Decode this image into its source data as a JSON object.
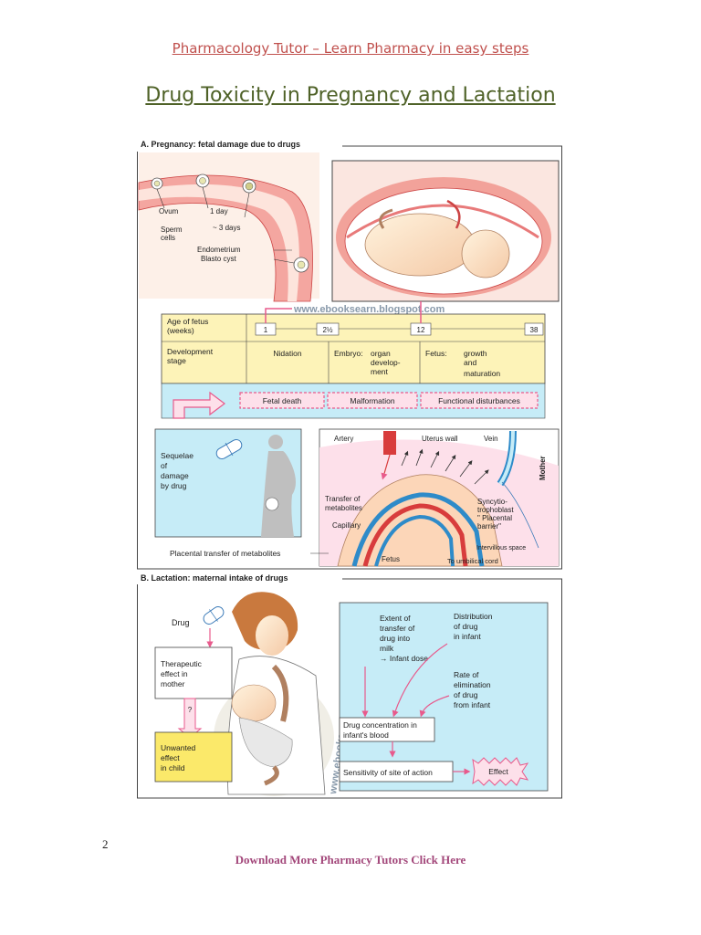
{
  "header": {
    "link_text": "Pharmacology Tutor – Learn Pharmacy in easy steps"
  },
  "title": "Drug Toxicity in Pregnancy and Lactation",
  "figure": {
    "watermark_1": "www.ebooksearn.blogspot.com",
    "watermark_2": "www.ebooksearn.blogspot.com",
    "sectionA": {
      "heading": "A. Pregnancy: fetal damage due to drugs",
      "uterus_labels": {
        "ovum": "Ovum",
        "sperm": "Sperm",
        "cells": "cells",
        "day1": "1 day",
        "days3": "~ 3 days",
        "endometrium": "Endometrium",
        "blastocyst": "Blasto cyst"
      },
      "timeline": {
        "age_label_1": "Age of fetus",
        "age_label_2": "(weeks)",
        "ticks": [
          "1",
          "2½",
          "12",
          "38"
        ],
        "dev_label_1": "Development",
        "dev_label_2": "stage",
        "stage_nidation": "Nidation",
        "stage_embryo_1": "Embryo:",
        "stage_embryo_2": "organ",
        "stage_embryo_3": "develop-",
        "stage_embryo_4": "ment",
        "stage_fetus_1": "Fetus:",
        "stage_fetus_2": "growth",
        "stage_fetus_3": "and",
        "stage_fetus_4": "maturation",
        "effects": [
          "Fetal death",
          "Malformation",
          "Functional disturbances"
        ]
      },
      "sequelae": [
        "Sequelae",
        "of",
        "damage",
        "by drug"
      ],
      "placenta": {
        "artery": "Artery",
        "uterus_wall": "Uterus wall",
        "vein": "Vein",
        "mother": "Mother",
        "transfer_1": "Transfer of",
        "transfer_2": "metabolites",
        "capillary": "Capillary",
        "syncytio_1": "Syncytio-",
        "syncytio_2": "trophoblast",
        "syncytio_3": "\" Placental",
        "syncytio_4": "barrier\"",
        "intervillous": "Intervillous space",
        "fetus": "Fetus",
        "umbilical": "To umbilical cord"
      },
      "placental_caption": "Placental transfer of metabolites"
    },
    "sectionB": {
      "heading": "B. Lactation: maternal intake of drugs",
      "drug": "Drug",
      "therapeutic": [
        "Therapeutic",
        "effect in",
        "mother"
      ],
      "question": "?",
      "unwanted": [
        "Unwanted",
        "effect",
        "in child"
      ],
      "extent": [
        "Extent of",
        "transfer of",
        "drug into",
        "milk",
        "→ Infant dose"
      ],
      "distribution": [
        "Distribution",
        "of drug",
        "in infant"
      ],
      "rate": [
        "Rate of",
        "elimination",
        "of drug",
        "from infant"
      ],
      "concentration": [
        "Drug concentration in",
        "infant's blood"
      ],
      "sensitivity": "Sensitivity of site of action",
      "effect": "Effect"
    }
  },
  "page_number": "2",
  "footer": {
    "link_text": "Download More Pharmacy Tutors Click Here"
  },
  "colors": {
    "header_link": "#c0504d",
    "title": "#4f6228",
    "footer_link": "#a3487b",
    "timeline_bg": "#fdf3b8",
    "light_blue": "#c6ecf7",
    "pink": "#e85a8c",
    "yellow_box": "#fbe96a"
  }
}
